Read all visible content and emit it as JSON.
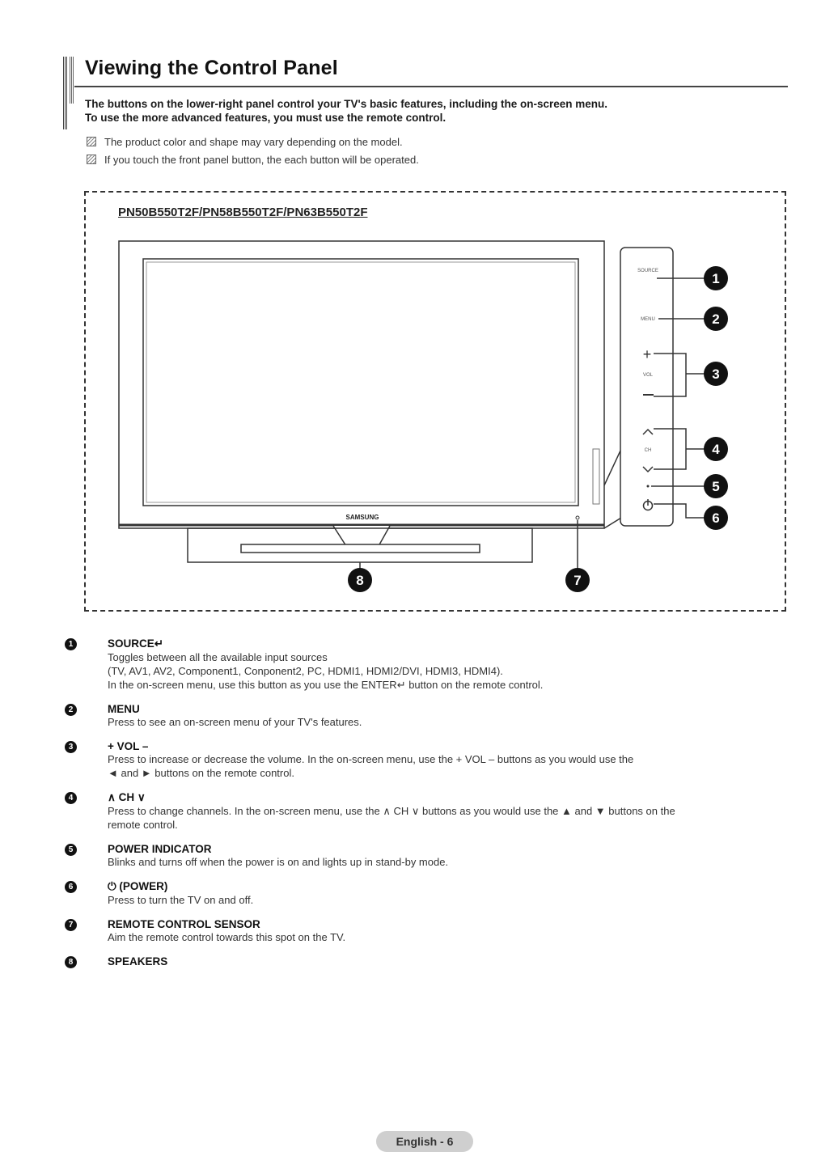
{
  "page": {
    "title": "Viewing the Control Panel",
    "intro_line1": "The buttons on the lower-right panel control your TV's basic features, including the on-screen menu.",
    "intro_line2": "To use the more advanced features, you must use the remote control.",
    "notes": [
      "The product color and shape may vary depending on the model.",
      "If you touch the front panel button, the each button will be operated."
    ]
  },
  "figure": {
    "model": "PN50B550T2F/PN58B550T2F/PN63B550T2F",
    "brand": "SAMSUNG",
    "panel_labels": [
      "SOURCE",
      "MENU",
      "VOL",
      "CH"
    ],
    "callouts": [
      "1",
      "2",
      "3",
      "4",
      "5",
      "6",
      "7",
      "8"
    ]
  },
  "legend": [
    {
      "num": "1",
      "head": "SOURCE↵",
      "lines": [
        "Toggles between all the available input sources",
        "(TV, AV1, AV2, Component1, Conponent2, PC, HDMI1, HDMI2/DVI, HDMI3, HDMI4).",
        "In the on-screen menu, use this button as you use the ENTER↵ button on the remote control."
      ]
    },
    {
      "num": "2",
      "head": "MENU",
      "lines": [
        "Press to see an on-screen menu of your TV's features."
      ]
    },
    {
      "num": "3",
      "head": "+ VOL –",
      "lines": [
        "Press to increase or decrease the volume. In the on-screen menu, use the + VOL – buttons as you would use the",
        "◄ and ► buttons on the remote control."
      ]
    },
    {
      "num": "4",
      "head": "∧ CH ∨",
      "lines": [
        "Press to change channels. In the on-screen menu, use the ∧ CH ∨ buttons as you would use the ▲ and ▼ buttons on the",
        "remote control."
      ]
    },
    {
      "num": "5",
      "head": "POWER INDICATOR",
      "lines": [
        "Blinks and turns off when the power is on and lights up in stand-by mode."
      ]
    },
    {
      "num": "6",
      "head": "⏻ (POWER)",
      "lines": [
        "Press to turn the TV on and off."
      ]
    },
    {
      "num": "7",
      "head": "REMOTE CONTROL SENSOR",
      "lines": [
        "Aim the remote control towards this spot on the TV."
      ]
    },
    {
      "num": "8",
      "head": "SPEAKERS",
      "lines": []
    }
  ],
  "footer": "English - 6"
}
